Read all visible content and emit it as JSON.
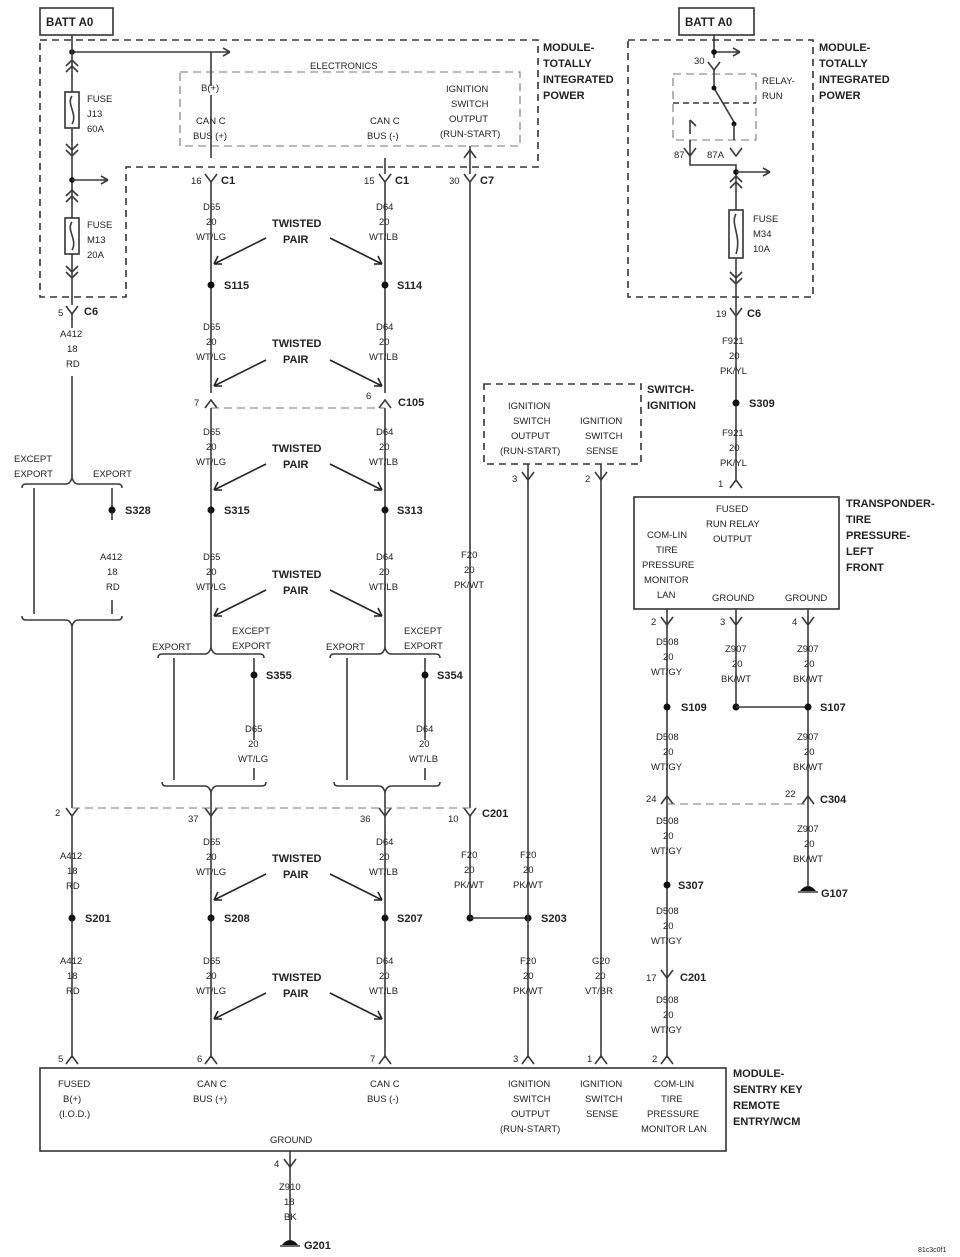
{
  "batt_left": "BATT A0",
  "batt_right": "BATT A0",
  "tipm_left": [
    "MODULE-",
    "TOTALLY",
    "INTEGRATED",
    "POWER"
  ],
  "tipm_right": [
    "MODULE-",
    "TOTALLY",
    "INTEGRATED",
    "POWER"
  ],
  "electronics": "ELECTRONICS",
  "b_plus": "B(+)",
  "can_c_pos": [
    "CAN C",
    "BUS (+)"
  ],
  "can_c_neg": [
    "CAN C",
    "BUS (-)"
  ],
  "ign_out": [
    "IGNITION",
    "SWITCH",
    "OUTPUT",
    "(RUN-START)"
  ],
  "fuse_j13": [
    "FUSE",
    "J13",
    "60A"
  ],
  "fuse_m13": [
    "FUSE",
    "M13",
    "20A"
  ],
  "fuse_m34": [
    "FUSE",
    "M34",
    "10A"
  ],
  "relay": [
    "RELAY-",
    "RUN"
  ],
  "relay_pins": {
    "p30": "30",
    "p87": "87",
    "p87a": "87A"
  },
  "conn": {
    "c1": "C1",
    "c6": "C6",
    "c7": "C7",
    "c105": "C105",
    "c201": "C201",
    "c304": "C304"
  },
  "pins": {
    "c1_16": "16",
    "c1_15": "15",
    "c7_30": "30",
    "c6_5": "5",
    "c6_19": "19",
    "c105_7": "7",
    "c105_6": "6",
    "c201_2": "2",
    "c201_37": "37",
    "c201_36": "36",
    "c201_10": "10",
    "c201_17": "17",
    "c304_24": "24",
    "c304_22": "22",
    "sw_3": "3",
    "sw_2": "2",
    "tp_1": "1",
    "tp_2": "2",
    "tp_3": "3",
    "tp_4": "4",
    "wcm_5": "5",
    "wcm_6": "6",
    "wcm_7": "7",
    "wcm_3": "3",
    "wcm_1": "1",
    "wcm_2": "2",
    "wcm_4": "4"
  },
  "wire_d65": [
    "D65",
    "20",
    "WT/LG"
  ],
  "wire_d64": [
    "D64",
    "20",
    "WT/LB"
  ],
  "wire_a412": [
    "A412",
    "18",
    "RD"
  ],
  "wire_f20": [
    "F20",
    "20",
    "PK/WT"
  ],
  "wire_f921": [
    "F921",
    "20",
    "PK/YL"
  ],
  "wire_d508": [
    "D508",
    "20",
    "WT/GY"
  ],
  "wire_z907": [
    "Z907",
    "20",
    "BK/WT"
  ],
  "wire_g20": [
    "G20",
    "20",
    "VT/BR"
  ],
  "wire_z910": [
    "Z910",
    "18",
    "BK"
  ],
  "twisted_pair": [
    "TWISTED",
    "PAIR"
  ],
  "splices": {
    "s115": "S115",
    "s114": "S114",
    "s315": "S315",
    "s313": "S313",
    "s328": "S328",
    "s355": "S355",
    "s354": "S354",
    "s309": "S309",
    "s208": "S208",
    "s207": "S207",
    "s201": "S201",
    "s203": "S203",
    "s109": "S109",
    "s107": "S107",
    "s307": "S307"
  },
  "grounds": {
    "g107": "G107",
    "g201": "G201"
  },
  "export": "EXPORT",
  "except_export": [
    "EXCEPT",
    "EXPORT"
  ],
  "switch_ignition": [
    "SWITCH-",
    "IGNITION"
  ],
  "sw_out": [
    "IGNITION",
    "SWITCH",
    "OUTPUT",
    "(RUN-START)"
  ],
  "sw_sense": [
    "IGNITION",
    "SWITCH",
    "SENSE"
  ],
  "transponder": [
    "TRANSPONDER-",
    "TIRE",
    "PRESSURE-",
    "LEFT",
    "FRONT"
  ],
  "tp_fused": [
    "FUSED",
    "RUN RELAY",
    "OUTPUT"
  ],
  "tp_comlin": [
    "COM-LIN",
    "TIRE",
    "PRESSURE",
    "MONITOR",
    "LAN"
  ],
  "ground": "GROUND",
  "wcm_title": [
    "MODULE-",
    "SENTRY KEY",
    "REMOTE",
    "ENTRY/WCM"
  ],
  "wcm_fused": [
    "FUSED",
    "B(+)",
    "(I.O.D.)"
  ],
  "wcm_canp": [
    "CAN C",
    "BUS (+)"
  ],
  "wcm_cann": [
    "CAN C",
    "BUS (-)"
  ],
  "wcm_ign": [
    "IGNITION",
    "SWITCH",
    "OUTPUT",
    "(RUN-START)"
  ],
  "wcm_sense": [
    "IGNITION",
    "SWITCH",
    "SENSE"
  ],
  "wcm_comlin": [
    "COM-LIN",
    "TIRE",
    "PRESSURE",
    "MONITOR LAN"
  ],
  "wcm_ground": "GROUND",
  "figure_code": "81c3c0f1"
}
